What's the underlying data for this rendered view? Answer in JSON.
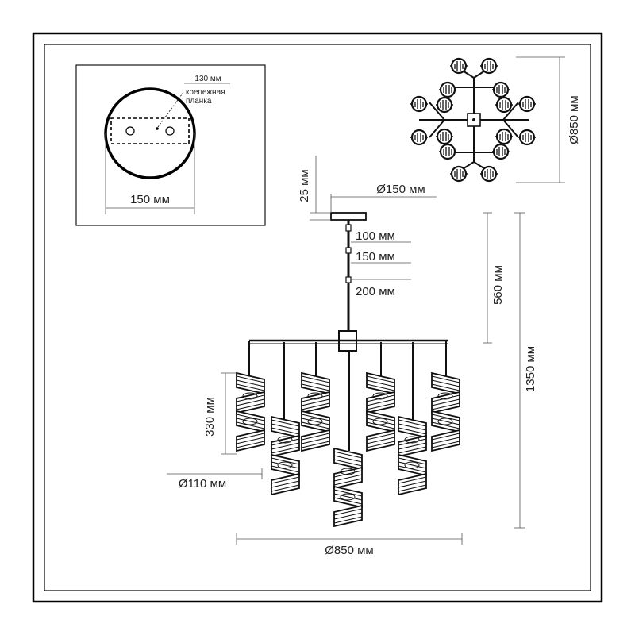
{
  "mount_detail": {
    "plate_size": "130 мм",
    "plate_label_line1": "крепежная",
    "plate_label_line2": "планка",
    "canopy_width": "150 мм"
  },
  "dimensions": {
    "canopy_height": "25 мм",
    "canopy_diameter": "Ø150 мм",
    "rod_100": "100 мм",
    "rod_150": "150 мм",
    "rod_200": "200 мм",
    "rod_total": "560 мм",
    "total_height": "1350 мм",
    "shade_height": "330 мм",
    "shade_diameter": "Ø110 мм",
    "overall_diameter": "Ø850 мм",
    "top_view_diameter": "Ø850 мм"
  },
  "colors": {
    "line": "#111111",
    "frame": "#000000"
  }
}
